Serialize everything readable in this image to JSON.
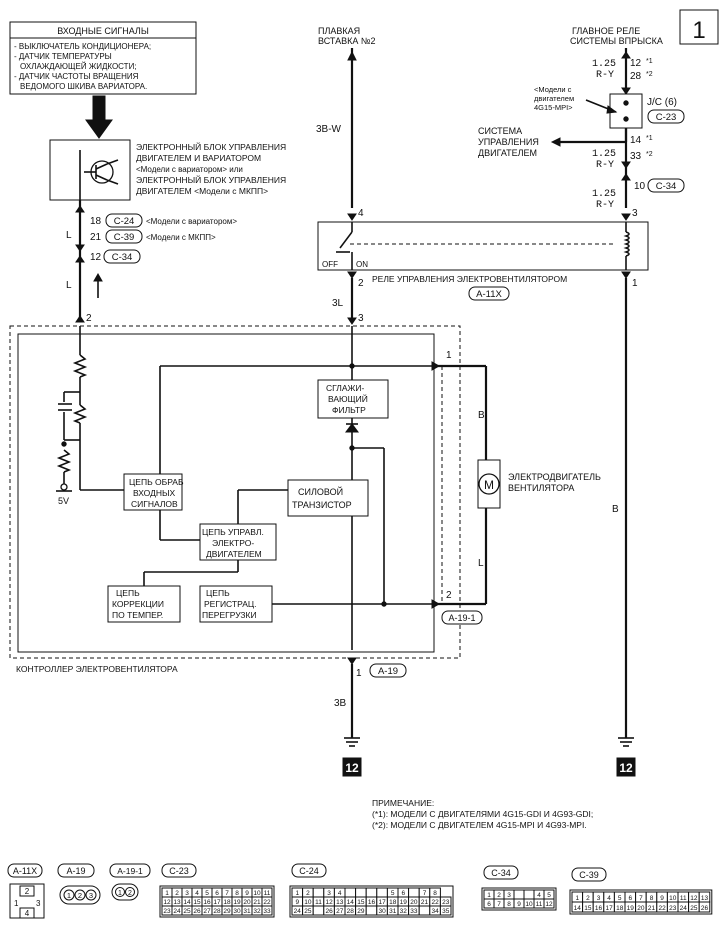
{
  "page_number": "1",
  "inputs": {
    "title": "ВХОДНЫЕ СИГНАЛЫ",
    "lines": [
      "- ВЫКЛЮЧАТЕЛЬ КОНДИЦИОНЕРА;",
      "- ДАТЧИК ТЕМПЕРАТУРЫ",
      "ОХЛАЖДАЮЩЕЙ ЖИДКОСТИ;",
      "- ДАТЧИК ЧАСТОТЫ ВРАЩЕНИЯ",
      "ВЕДОМОГО ШКИВА ВАРИАТОРА."
    ]
  },
  "ecu": {
    "lines": [
      "ЭЛЕКТРОННЫЙ БЛОК УПРАВЛЕНИЯ",
      "ДВИГАТЕЛЕМ И ВАРИАТОРОМ",
      "<Модели с вариатором> или",
      "ЭЛЕКТРОННЫЙ БЛОК УПРАВЛЕНИЯ",
      "ДВИГАТЕЛЕМ <Модели с МКПП>"
    ],
    "pin1": "18",
    "conn1": "C-24",
    "note1": "<Модели с вариатором>",
    "pin2": "21",
    "conn2": "C-39",
    "note2": "<Модели с МКПП>",
    "pin3": "12",
    "conn3": "C-34",
    "wire_l1": "L",
    "wire_l2": "L"
  },
  "fuse": {
    "lines": [
      "ПЛАВКАЯ",
      "ВСТАВКА №2"
    ],
    "wire": "3B-W"
  },
  "main_relay": {
    "lines": [
      "ГЛАВНОЕ РЕЛЕ",
      "СИСТЕМЫ ВПРЫСКА"
    ],
    "size1": "1.25",
    "color1": "R-Y",
    "pin12": "12",
    "mark1": "*1",
    "pin28": "28",
    "mark2": "*2",
    "jc": "J/C (6)",
    "jc_conn": "C-23",
    "models_note": [
      "<Модели с",
      "двигателем",
      "4G15-MPI>"
    ],
    "system": [
      "СИСТЕМА",
      "УПРАВЛЕНИЯ",
      "ДВИГАТЕЛЕМ"
    ],
    "size2": "1.25",
    "color2": "R-Y",
    "pin14": "14",
    "pin33": "33",
    "size3": "1.25",
    "color3": "R-Y",
    "pin10": "10",
    "conn10": "C-34"
  },
  "relay": {
    "title": "РЕЛЕ УПРАВЛЕНИЯ ЭЛЕКТРОВЕНТИЛЯТОРОМ",
    "conn": "A-11X",
    "pin4": "4",
    "pin3": "3",
    "pin2": "2",
    "pin1": "1",
    "off": "OFF",
    "on": "ON"
  },
  "controller": {
    "title": "КОНТРОЛЛЕР ЭЛЕКТРОВЕНТИЛЯТОРА",
    "pin2_left": "2",
    "pin3": "3",
    "pin1_motor": "1",
    "pin2_motor": "2",
    "conn_a191": "A-19-1",
    "pin1_bottom": "1",
    "conn_a19": "A-19",
    "wire_3l": "3L",
    "wire_3b": "3B",
    "wire_b1": "B",
    "wire_b2": "B",
    "wire_l": "L",
    "volt": "5V",
    "filter": [
      "СГЛАЖИ-",
      "ВАЮЩИЙ",
      "ФИЛЬТР"
    ],
    "input_circuit": [
      "ЦЕПЬ ОБРАБ",
      "ВХОДНЫХ",
      "СИГНАЛОВ"
    ],
    "power_tr": [
      "СИЛОВОЙ",
      "ТРАНЗИСТОР"
    ],
    "motor_ctrl": [
      "ЦЕПЬ УПРАВЛ.",
      "ЭЛЕКТРО-",
      "ДВИГАТЕЛЕМ"
    ],
    "temp_corr": [
      "ЦЕПЬ",
      "КОРРЕКЦИИ",
      "ПО ТЕМПЕР."
    ],
    "overload": [
      "ЦЕПЬ",
      "РЕГИСТРАЦ.",
      "ПЕРЕГРУЗКИ"
    ]
  },
  "motor": {
    "lines": [
      "ЭЛЕКТРОДВИГАТЕЛЬ",
      "ВЕНТИЛЯТОРА"
    ],
    "symbol": "M"
  },
  "grounds": {
    "left": "12",
    "right": "12"
  },
  "notes": {
    "title": "ПРИМЕЧАНИЕ:",
    "line1": "(*1): МОДЕЛИ С ДВИГАТЕЛЯМИ 4G15-GDI И 4G93-GDI;",
    "line2": "(*2): МОДЕЛИ С ДВИГАТЕЛЕМ 4G15-MPI И 4G93-MPI."
  },
  "connectors": {
    "a11x": {
      "label": "A-11X",
      "pins": [
        "2",
        "1",
        "3",
        "4"
      ]
    },
    "a19": {
      "label": "A-19",
      "pins": [
        "1",
        "2",
        "3"
      ]
    },
    "a191": {
      "label": "A-19-1",
      "pins": [
        "1",
        "2"
      ]
    },
    "c23": {
      "label": "C-23",
      "rows": [
        [
          "1",
          "2",
          "3",
          "4",
          "5",
          "6",
          "7",
          "8",
          "9",
          "10",
          "11"
        ],
        [
          "12",
          "13",
          "14",
          "15",
          "16",
          "17",
          "18",
          "19",
          "20",
          "21",
          "22"
        ],
        [
          "23",
          "24",
          "25",
          "26",
          "27",
          "28",
          "29",
          "30",
          "31",
          "32",
          "33"
        ]
      ]
    },
    "c24": {
      "label": "C-24",
      "rows": [
        [
          "1",
          "2",
          "",
          "3",
          "4",
          "",
          "",
          "",
          "",
          "5",
          "6",
          "",
          "7",
          "8"
        ],
        [
          "9",
          "10",
          "11",
          "12",
          "13",
          "14",
          "15",
          "16",
          "17",
          "18",
          "19",
          "20",
          "21",
          "22",
          "23"
        ],
        [
          "24",
          "25",
          "",
          "26",
          "27",
          "28",
          "29",
          "",
          "30",
          "31",
          "32",
          "33",
          "",
          "34",
          "35"
        ]
      ]
    },
    "c34": {
      "label": "C-34",
      "rows": [
        [
          "1",
          "2",
          "3",
          "",
          "",
          "4",
          "5"
        ],
        [
          "6",
          "7",
          "8",
          "9",
          "10",
          "11",
          "12"
        ]
      ]
    },
    "c39": {
      "label": "C-39",
      "rows": [
        [
          "1",
          "2",
          "3",
          "4",
          "5",
          "6",
          "7",
          "8",
          "9",
          "10",
          "11",
          "12",
          "13"
        ],
        [
          "14",
          "15",
          "16",
          "17",
          "18",
          "19",
          "20",
          "21",
          "22",
          "23",
          "24",
          "25",
          "26"
        ]
      ]
    }
  }
}
